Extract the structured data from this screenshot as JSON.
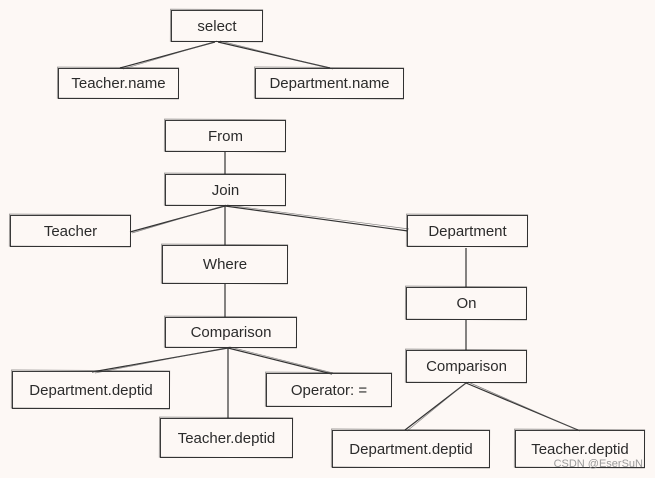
{
  "nodes": {
    "select": "select",
    "teacher_name": "Teacher.name",
    "department_name": "Department.name",
    "from": "From",
    "join": "Join",
    "teacher": "Teacher",
    "department": "Department",
    "where": "Where",
    "comparison_left": "Comparison",
    "dept_deptid_left": "Department.deptid",
    "teacher_deptid_left": "Teacher.deptid",
    "operator": "Operator: =",
    "on": "On",
    "comparison_right": "Comparison",
    "dept_deptid_right": "Department.deptid",
    "teacher_deptid_right": "Teacher.deptid"
  },
  "watermark": "CSDN @EserSuN"
}
